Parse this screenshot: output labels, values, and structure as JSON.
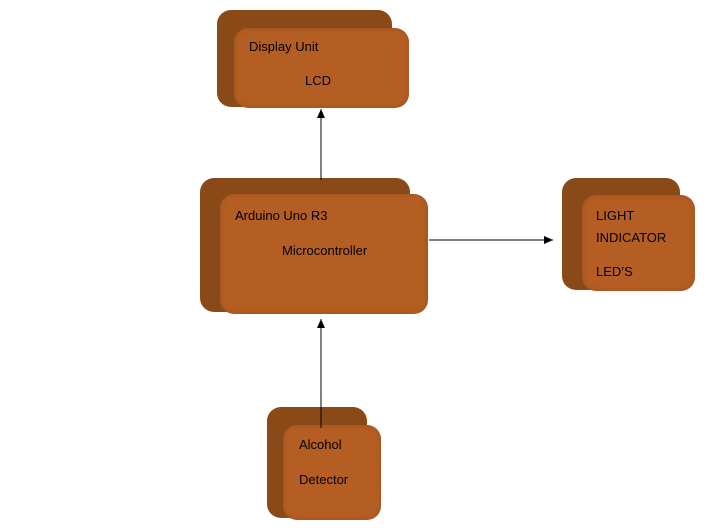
{
  "blocks": {
    "display": {
      "line1": "Display Unit",
      "line2": "LCD"
    },
    "arduino": {
      "line1": "Arduino Uno R3",
      "line2": "Microcontroller"
    },
    "light": {
      "line1": "LIGHT",
      "line2": "INDICATOR",
      "line3": "LED’S"
    },
    "alcohol": {
      "line1": "Alcohol",
      "line2": "Detector"
    }
  },
  "colors": {
    "block_face": "#b55e24",
    "block_side": "#8a4a17",
    "arrow": "#000000"
  }
}
